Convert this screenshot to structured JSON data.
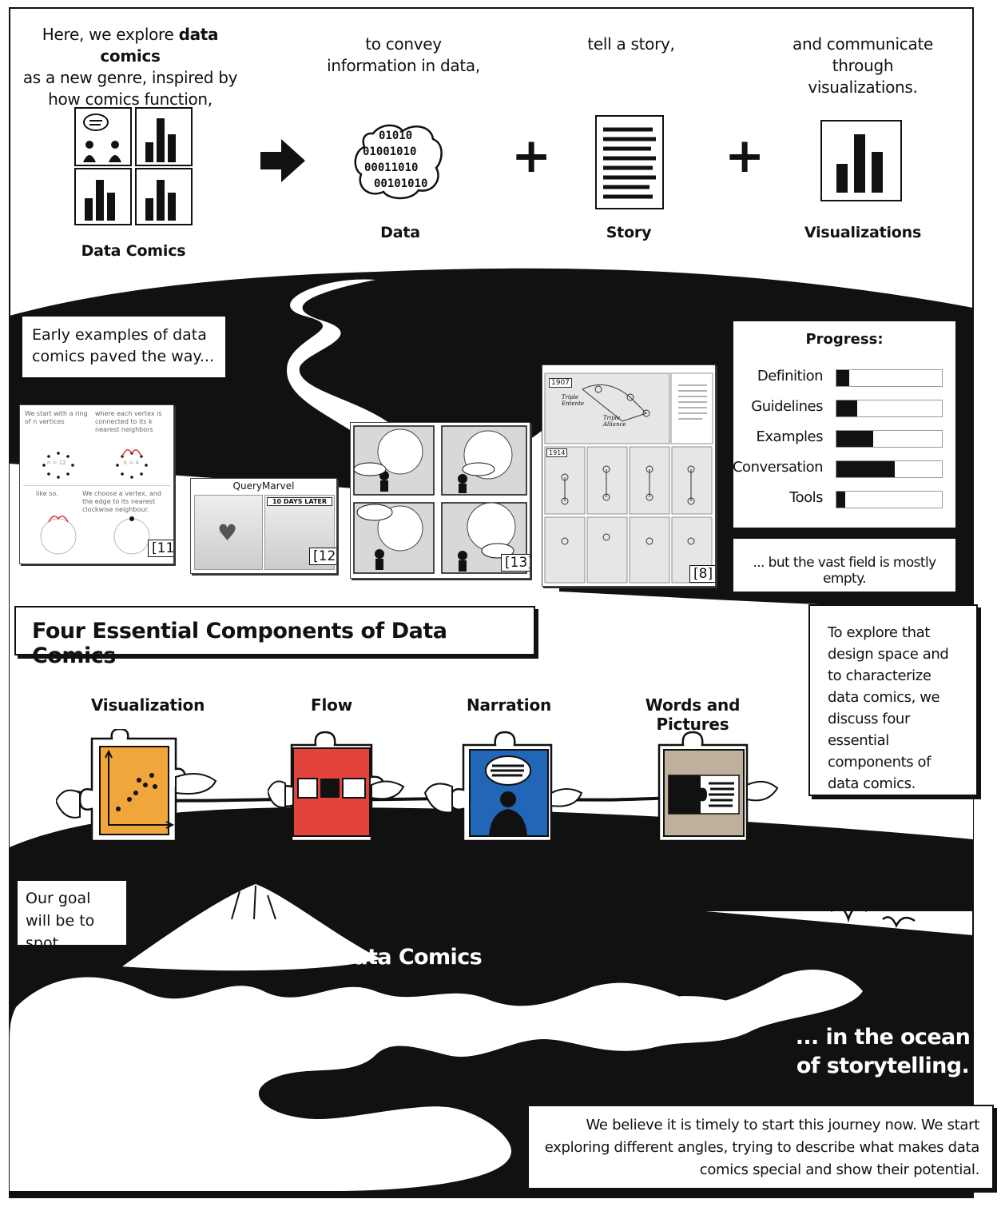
{
  "intro": {
    "caption_1_pre": "Here, we explore ",
    "caption_1_bold": "data comics",
    "caption_1_post": "as a new genre, inspired by how comics function,",
    "caption_2": "to convey information in data,",
    "caption_3": "tell a story,",
    "caption_4": "and communicate through visualizations.",
    "labels": {
      "data_comics": "Data Comics",
      "data": "Data",
      "story": "Story",
      "visualizations": "Visualizations"
    },
    "plus": "+",
    "binary_rows": [
      "01010",
      "01001010",
      "00011010",
      "00101010"
    ]
  },
  "early": {
    "callout": "Early examples of data comics paved the way...",
    "progress_title": "Progress:",
    "progress": [
      {
        "label": "Definition",
        "value": 0.12
      },
      {
        "label": "Guidelines",
        "value": 0.2
      },
      {
        "label": "Examples",
        "value": 0.35
      },
      {
        "label": "Conversation",
        "value": 0.55
      },
      {
        "label": "Tools",
        "value": 0.08
      }
    ],
    "empty_note": "... but the vast field is mostly empty.",
    "ex1": {
      "t1": "We start with a ring of n vertices",
      "t2": "where each vertex is connected to its k nearest neighbors",
      "t3": "like so.",
      "t4": "We choose a vertex, and the edge to its nearest clockwise neighbour.",
      "n": "n = 12",
      "k": "k = 4",
      "ref": "[11]"
    },
    "ex2": {
      "title": "QueryMarvel",
      "later": "10 DAYS LATER",
      "ref": "[12]"
    },
    "ex3": {
      "ref": "[13]"
    },
    "ex4": {
      "ref": "[8]",
      "year": "1907",
      "label_a": "Triple Entente",
      "label_b": "Triple Alliance",
      "year2": "1914"
    }
  },
  "components": {
    "title": "Four Essential Components of Data Comics",
    "items": [
      {
        "label": "Visualization",
        "color": "#f0a63a"
      },
      {
        "label": "Flow",
        "color": "#e2433a"
      },
      {
        "label": "Narration",
        "color": "#2266b8"
      },
      {
        "label": "Words and Pictures",
        "color": "#bfb09b"
      }
    ],
    "note": "To explore that design space and to characterize data comics, we discuss four essential components of data comics."
  },
  "island": {
    "goal": "Our goal will be to spot",
    "island_label": "the Island of Data Comics",
    "ocean_label": "... in the ocean of storytelling.",
    "closing": "We believe it is timely to start this journey now. We start exploring different angles, trying to describe what makes data comics special and show their potential."
  }
}
